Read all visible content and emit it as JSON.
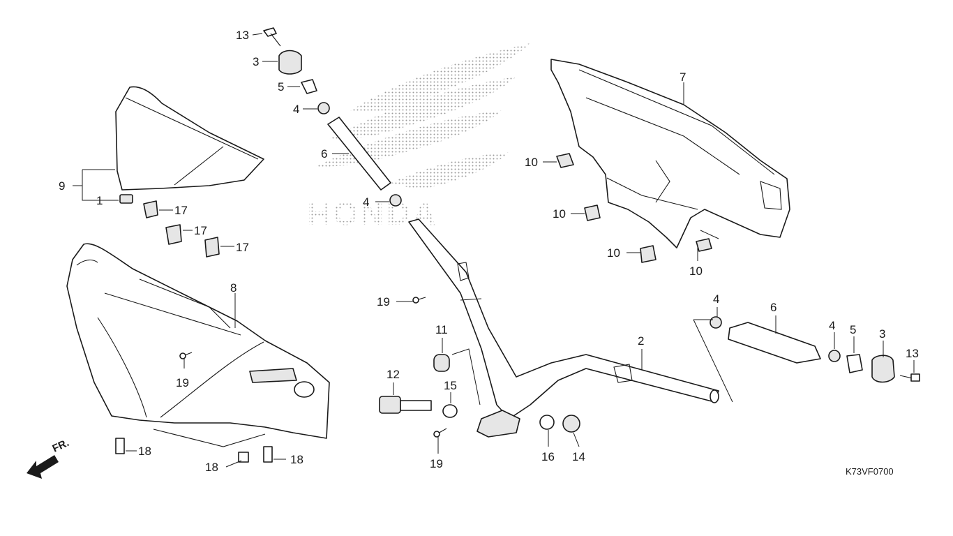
{
  "diagram": {
    "brand_watermark": "HONDA",
    "direction_label": "FR.",
    "figure_code": "K73VF0700",
    "callouts": {
      "c13a": "13",
      "c3a": "3",
      "c5a": "5",
      "c4a": "4",
      "c6a": "6",
      "c4b": "4",
      "c9": "9",
      "c1": "1",
      "c17a": "17",
      "c17b": "17",
      "c17c": "17",
      "c8": "8",
      "c19a": "19",
      "c18a": "18",
      "c18b": "18",
      "c18c": "18",
      "c7": "7",
      "c10a": "10",
      "c10b": "10",
      "c10c": "10",
      "c10d": "10",
      "c19b": "19",
      "c11": "11",
      "c12": "12",
      "c15": "15",
      "c19c": "19",
      "c16": "16",
      "c14": "14",
      "c2": "2",
      "c4c": "4",
      "c6b": "6",
      "c4d": "4",
      "c5b": "5",
      "c3b": "3",
      "c13b": "13"
    }
  }
}
